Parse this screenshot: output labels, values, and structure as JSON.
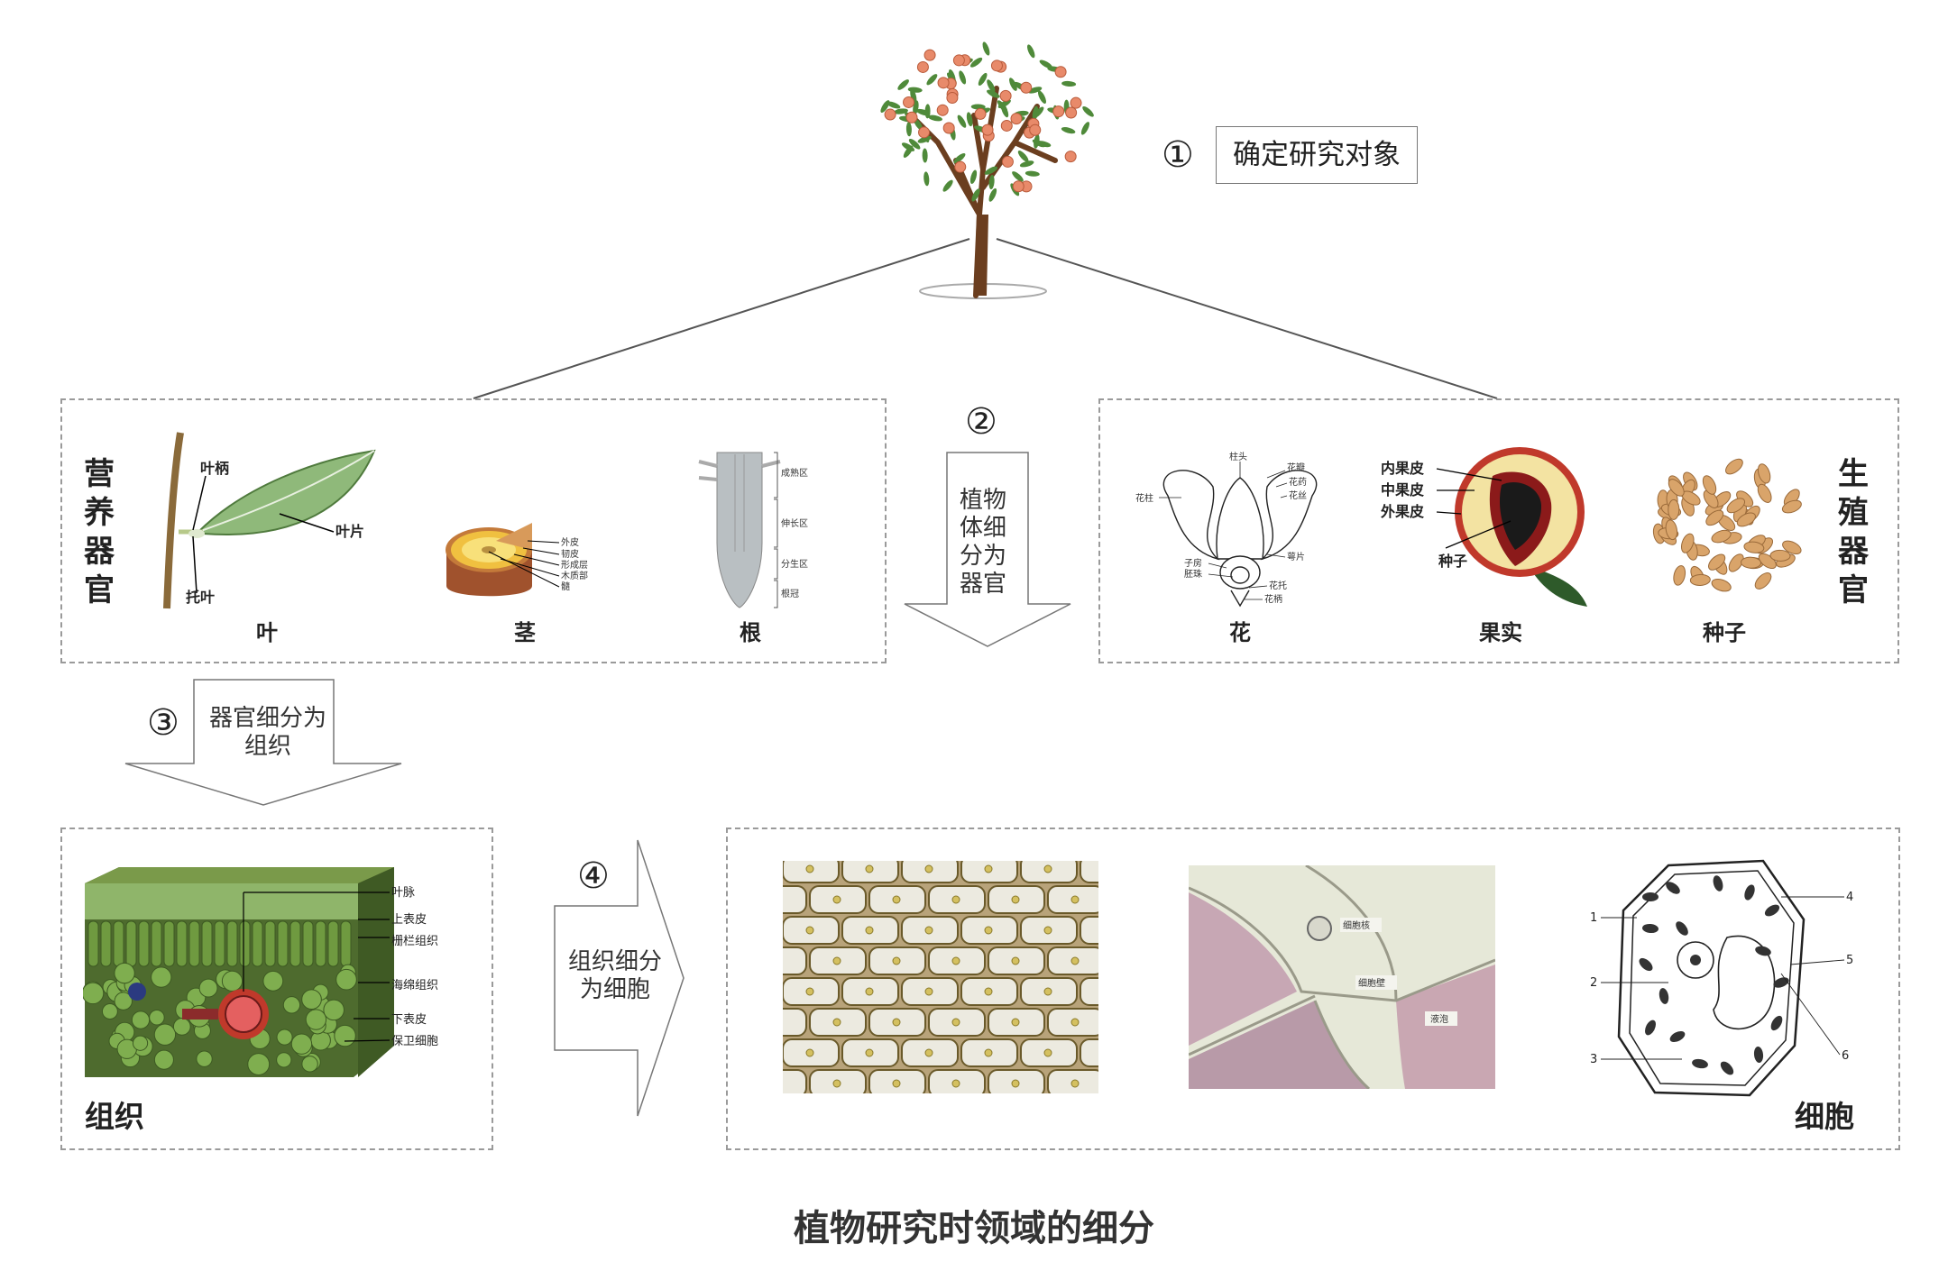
{
  "step1": {
    "number": "①",
    "label": "确定研究对象"
  },
  "step2": {
    "number": "②",
    "label": "植物体细分为器官"
  },
  "step3": {
    "number": "③",
    "label": "器官细分为组织"
  },
  "step4": {
    "number": "④",
    "label": "组织细分为细胞"
  },
  "vegetative": {
    "title": "营养器官",
    "organs": [
      {
        "label": "叶"
      },
      {
        "label": "茎"
      },
      {
        "label": "根"
      }
    ],
    "leaf_parts": [
      "叶柄",
      "叶片",
      "托叶"
    ],
    "stem_parts": [
      "外皮",
      "韧皮",
      "形成层",
      "木质部",
      "髓"
    ],
    "root_parts": [
      "成熟区",
      "伸长区",
      "分生区",
      "根冠"
    ]
  },
  "reproductive": {
    "title": "生殖器官",
    "organs": [
      {
        "label": "花"
      },
      {
        "label": "果实"
      },
      {
        "label": "种子"
      }
    ],
    "flower_parts": [
      "柱头",
      "花瓣",
      "花药",
      "花柱",
      "花丝",
      "子房",
      "胚珠",
      "萼片",
      "花托",
      "花柄"
    ],
    "fruit_parts": [
      "内果皮",
      "中果皮",
      "外果皮",
      "种子"
    ]
  },
  "tissue": {
    "title": "组织",
    "parts": [
      "叶脉",
      "上表皮",
      "栅栏组织",
      "海绵组织",
      "下表皮",
      "保卫细胞"
    ]
  },
  "cell": {
    "title": "细胞",
    "micro_labels": [
      "细胞核",
      "细胞壁",
      "液泡"
    ],
    "diagram_numbers": [
      "1",
      "2",
      "3",
      "4",
      "5",
      "6"
    ]
  },
  "caption": "植物研究时领域的细分"
}
